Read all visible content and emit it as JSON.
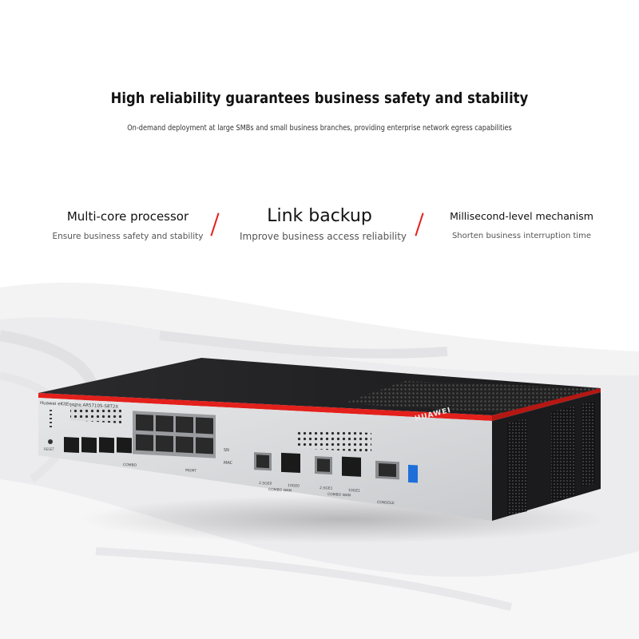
{
  "headline": "High reliability guarantees business safety and stability",
  "subline": "On-demand deployment at large SMBs and small business branches, providing enterprise network egress capabilities",
  "features": [
    {
      "title": "Multi-core processor",
      "subtitle": "Ensure business safety and stability"
    },
    {
      "title": "Link backup",
      "subtitle": "Improve business access reliability"
    },
    {
      "title": "Millisecond-level mechanism",
      "subtitle": "Shorten business interruption time"
    }
  ],
  "device": {
    "model_text": "Huawei eKitEngine AR5710S-S8T2X",
    "brand": "HUAWEI",
    "labels": {
      "reset": "RESET",
      "sn": "SN",
      "mac": "MAC",
      "combo": "COMBO",
      "mgmt": "MGMT",
      "port_2_5ge0": "2.5GE0",
      "port_10ge0": "10GE0",
      "combo_wan_0": "COMBO WAN",
      "port_2_5ge1": "2.5GE1",
      "port_10ge1": "10GE1",
      "combo_wan_1": "COMBO WAN",
      "console": "CONSOLE"
    },
    "colors": {
      "accent": "#e3201b",
      "chassis": "#1c1c1e",
      "panel": "#d9dbdd",
      "usb": "#1e6fd9"
    }
  }
}
